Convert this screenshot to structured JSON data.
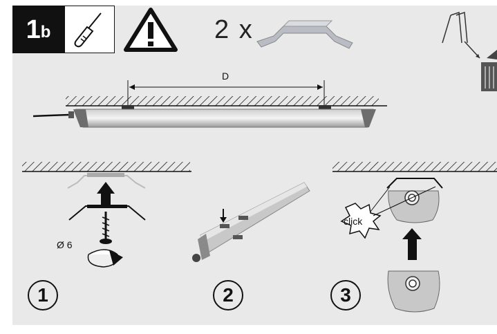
{
  "header": {
    "step_number": "1",
    "step_sub": "b",
    "tool": "screwdriver-icon",
    "warning": "warning-icon",
    "quantity": "2 x",
    "part": "mounting-clip-icon",
    "recycle": "recycle-bin-icon"
  },
  "overview": {
    "distance_label": "D"
  },
  "steps": [
    {
      "number": "1",
      "diameter_label": "Ø 6"
    },
    {
      "number": "2"
    },
    {
      "number": "3",
      "callout": "click"
    }
  ],
  "colors": {
    "panel_bg": "#e9e9e9",
    "badge_bg": "#111111",
    "fixture_gray": "#b9b9b9",
    "dark": "#222222"
  }
}
